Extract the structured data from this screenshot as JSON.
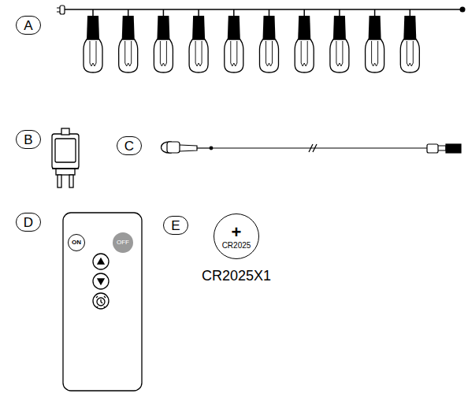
{
  "diagram": {
    "nodes": [
      {
        "text": [
          "A"
        ]
      },
      {
        "text": [
          "B"
        ]
      },
      {
        "text": [
          "C"
        ]
      },
      {
        "text": [
          "D"
        ]
      },
      {
        "text": [
          "E"
        ]
      },
      {
        "text": [
          "ON"
        ]
      },
      {
        "text": [
          "OFF"
        ]
      },
      {
        "text": [
          "+",
          "CR2025"
        ]
      }
    ],
    "labels": [
      "CR2025X1"
    ]
  }
}
